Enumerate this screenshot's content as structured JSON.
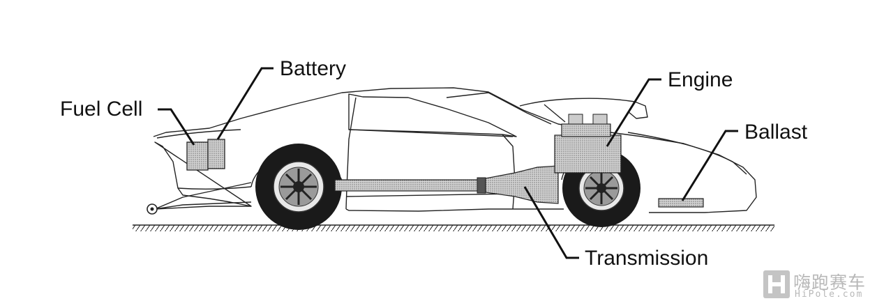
{
  "labels": {
    "fuel_cell": "Fuel Cell",
    "battery": "Battery",
    "engine": "Engine",
    "ballast": "Ballast",
    "transmission": "Transmission"
  },
  "watermark": {
    "brand_cn": "嗨跑赛车",
    "brand_en": "HiPole.com"
  },
  "colors": {
    "ink": "#111111",
    "component_fill": "#b5b5b5",
    "tire": "#1a1a1a",
    "watermark": "#b8b8b8"
  }
}
